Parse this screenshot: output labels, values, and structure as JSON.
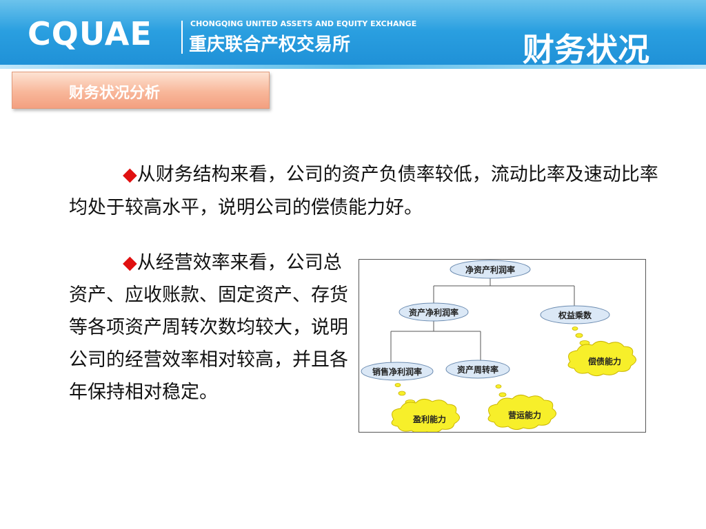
{
  "header": {
    "logo_text": "CQUAE",
    "org_name_en": "CHONGQING UNITED ASSETS AND EQUITY EXCHANGE",
    "org_name_cn": "重庆联合产权交易所",
    "title": "财务状况"
  },
  "section": {
    "tab_label": "财务状况分析"
  },
  "body": {
    "bullet_1": "◆从财务结构来看，公司的资产负债率较低，流动比率及速动比率均处于较高水平，说明公司的偿债能力好。",
    "bullet_2": "◆从经营效率来看，公司总资产、应收账款、固定资产、存货等各项资产周转次数均较大，说明公司的经营效率相对较高，并且各年保持相对稳定。"
  },
  "diagram": {
    "nodes": {
      "root": "净资产利润率",
      "left": "资产净利润率",
      "right": "权益乘数",
      "left_left": "销售净利润率",
      "left_right": "资产周转率"
    },
    "clouds": {
      "solvency": "偿债能力",
      "profitability": "盈利能力",
      "operations": "营运能力"
    }
  },
  "colors": {
    "header_blue": "#1e8fd6",
    "tab_orange": "#f3a080",
    "cloud_yellow": "#f7ef2a",
    "node_blue": "#dbe8f6",
    "bullet_red": "#e01010"
  }
}
